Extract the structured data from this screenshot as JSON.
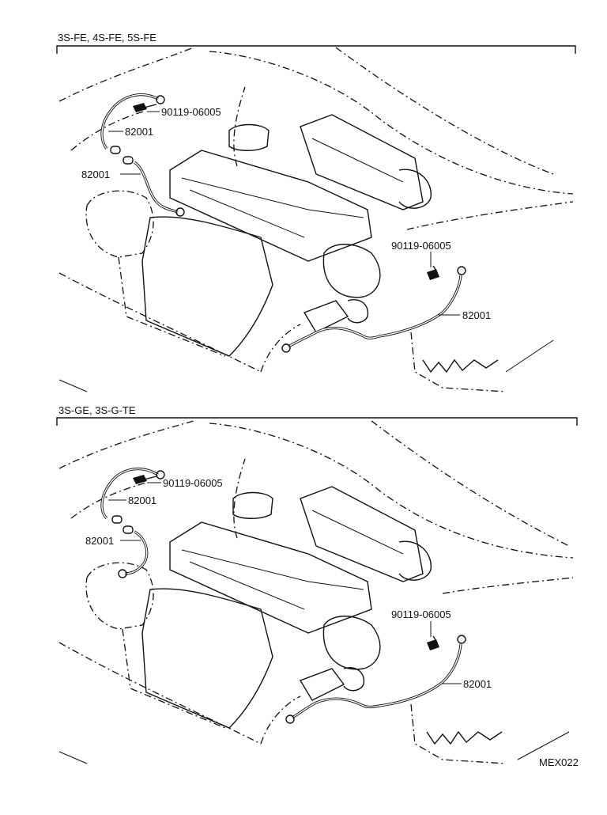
{
  "panels": [
    {
      "header": "3S-FE, 4S-FE, 5S-FE",
      "labels": {
        "bolt_left": "90119-06005",
        "wire_left_upper": "82001",
        "wire_left_lower": "82001",
        "bolt_right": "90119-06005",
        "wire_right": "82001"
      }
    },
    {
      "header": "3S-GE, 3S-G-TE",
      "labels": {
        "bolt_left": "90119-06005",
        "wire_left_upper": "82001",
        "wire_left_lower": "82001",
        "bolt_right": "90119-06005",
        "wire_right": "82001"
      }
    }
  ],
  "drawing_code": "MEX022"
}
